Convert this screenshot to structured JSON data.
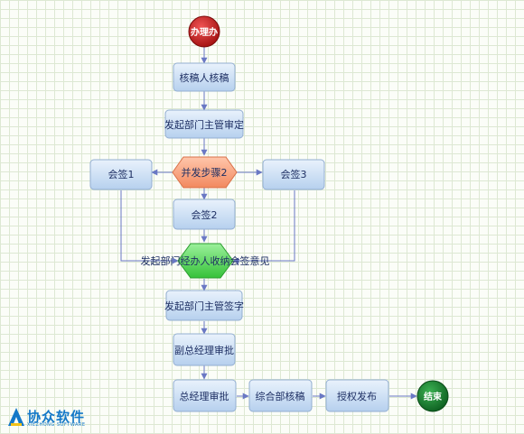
{
  "flow": {
    "start": "办理办",
    "end": "结束",
    "steps": {
      "s1": "核稿人核稿",
      "s2": "发起部门主管审定",
      "parallel": "并发步骤2",
      "cs1": "会签1",
      "cs2": "会签2",
      "cs3": "会签3",
      "merge": "发起部门经办人收纳会签意见",
      "sign": "发起部门主管签字",
      "vgm": "副总经理审批",
      "gm": "总经理审批",
      "zh": "综合部核稿",
      "sq": "授权发布"
    }
  },
  "logo": {
    "text": "协众软件",
    "sub": "XIEZHONG SOFTWARE"
  },
  "colors": {
    "box_top": "#e6f0fb",
    "box_bottom": "#b9d2ee",
    "box_border": "#93aed1",
    "connector": "#6a78c4",
    "start_fill": "#c01818",
    "end_fill": "#177a2c",
    "parallel_fill": "#f6a07c",
    "merge_fill": "#5cd55c"
  }
}
